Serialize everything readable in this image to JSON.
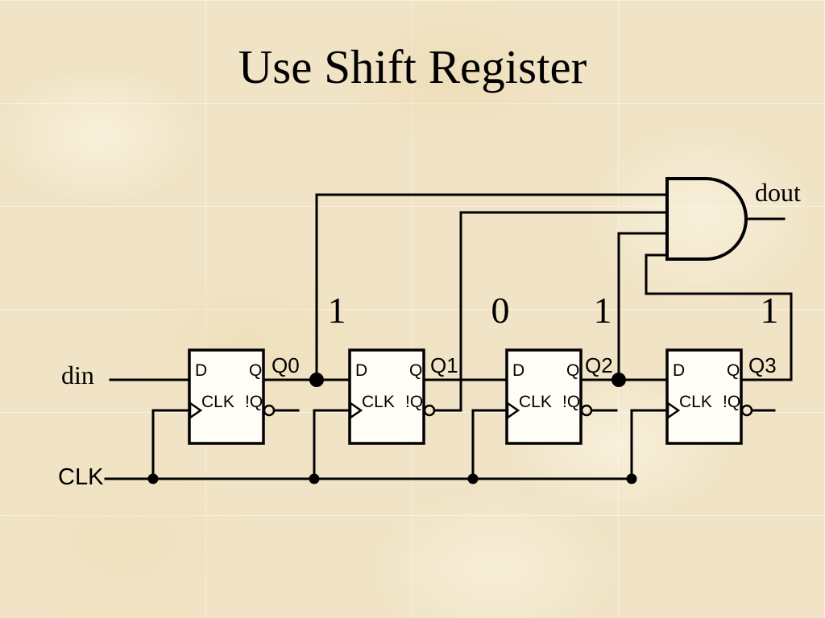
{
  "colors": {
    "background": "#f1e4c6",
    "line": "#000000",
    "ff_fill": "#fffdf6",
    "text": "#000000"
  },
  "slide": {
    "title": "Use Shift Register"
  },
  "signals": {
    "din": "din",
    "clk": "CLK",
    "dout": "dout"
  },
  "pin_labels": {
    "d": "D",
    "q": "Q",
    "clk": "CLK",
    "nq": "!Q"
  },
  "flip_flops": [
    {
      "output": "Q0",
      "value": "1"
    },
    {
      "output": "Q1",
      "value": "0"
    },
    {
      "output": "Q2",
      "value": "1"
    },
    {
      "output": "Q3",
      "value": "1"
    }
  ],
  "gate": {
    "type": "AND",
    "inputs": [
      "Q0",
      "!Q1",
      "Q2",
      "Q3"
    ],
    "output_label": "dout"
  }
}
